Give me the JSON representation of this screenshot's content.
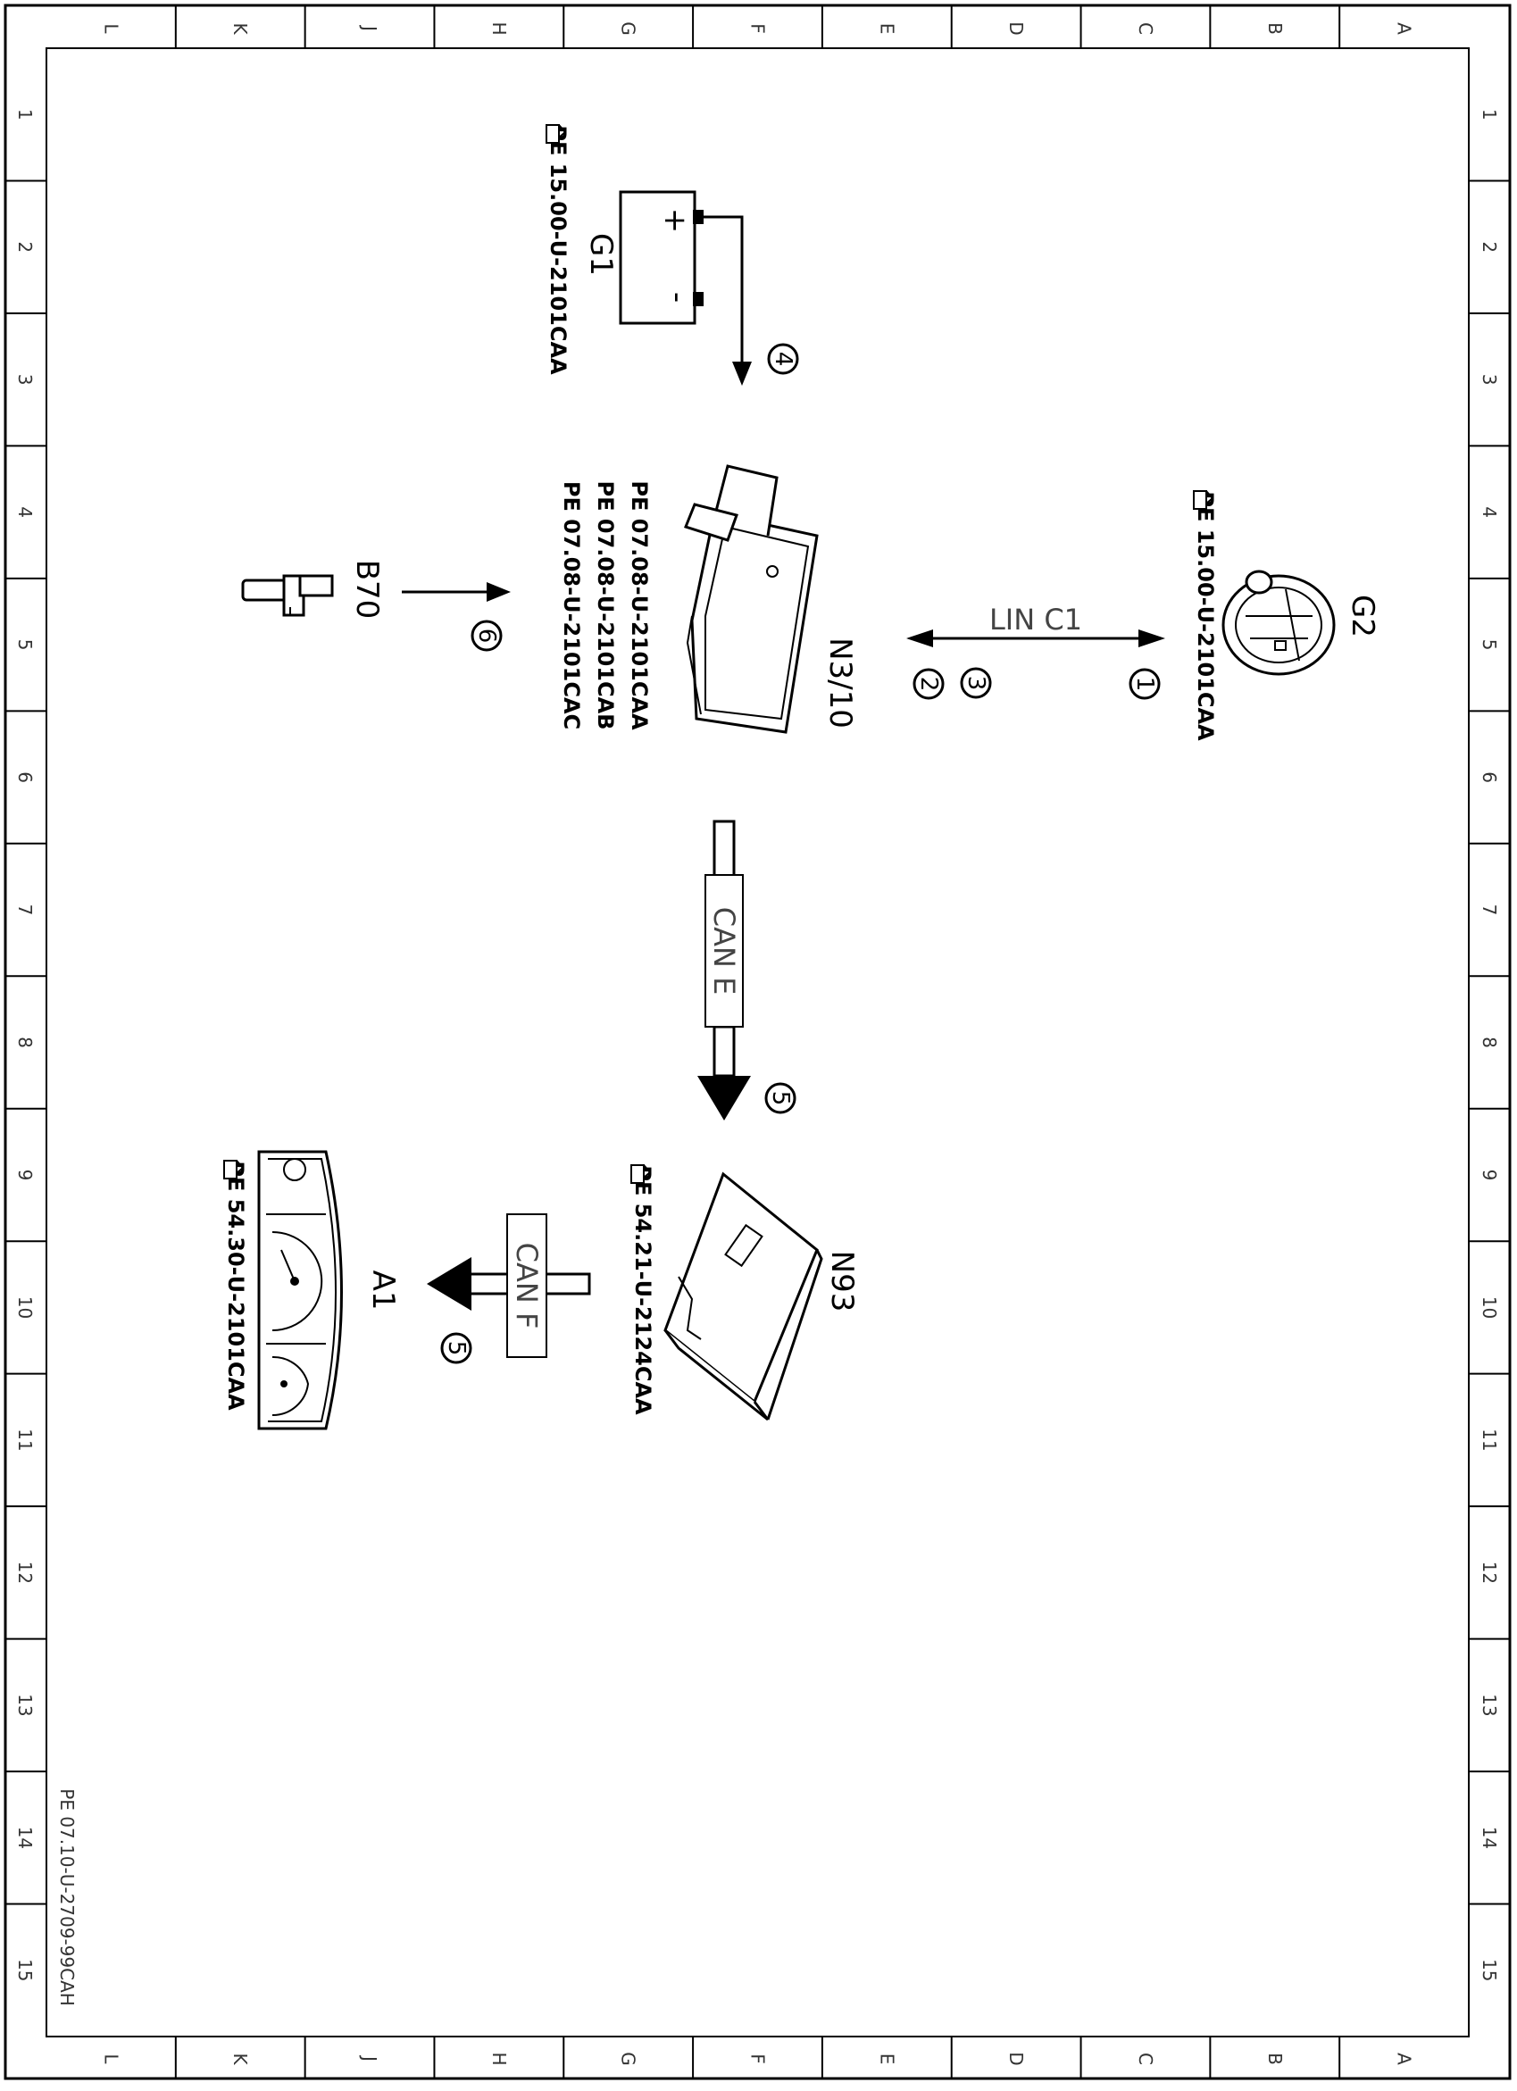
{
  "frame": {
    "col_letters": [
      "L",
      "K",
      "J",
      "H",
      "G",
      "F",
      "E",
      "D",
      "C",
      "B",
      "A"
    ],
    "row_numbers": [
      "1",
      "2",
      "3",
      "4",
      "5",
      "6",
      "7",
      "8",
      "9",
      "10",
      "11",
      "12",
      "13",
      "14",
      "15"
    ]
  },
  "components": {
    "G1": {
      "label": "G1",
      "refs": [
        "PE 15.00-U-2101CAA"
      ],
      "pos_sign": "+",
      "neg_sign": "-"
    },
    "G2": {
      "label": "G2",
      "refs": [
        "PE 15.00-U-2101CAA"
      ]
    },
    "N3_10": {
      "label": "N3/10",
      "refs": [
        "PE 07.08-U-2101CAA",
        "PE 07.08-U-2101CAB",
        "PE 07.08-U-2101CAC"
      ]
    },
    "B70": {
      "label": "B70"
    },
    "N93": {
      "label": "N93",
      "refs": [
        "PE 54.21-U-2124CAA"
      ]
    },
    "A1": {
      "label": "A1",
      "refs": [
        "PE 54.30-U-2101CAA"
      ]
    }
  },
  "buses": {
    "lin": "LIN C1",
    "can_e": "CAN E",
    "can_f": "CAN F"
  },
  "callouts": {
    "c1": "1",
    "c2": "2",
    "c3": "3",
    "c4": "4",
    "c5a": "5",
    "c5b": "5",
    "c6": "6"
  },
  "footer": "PE 07.10-U-2709-99CAH"
}
